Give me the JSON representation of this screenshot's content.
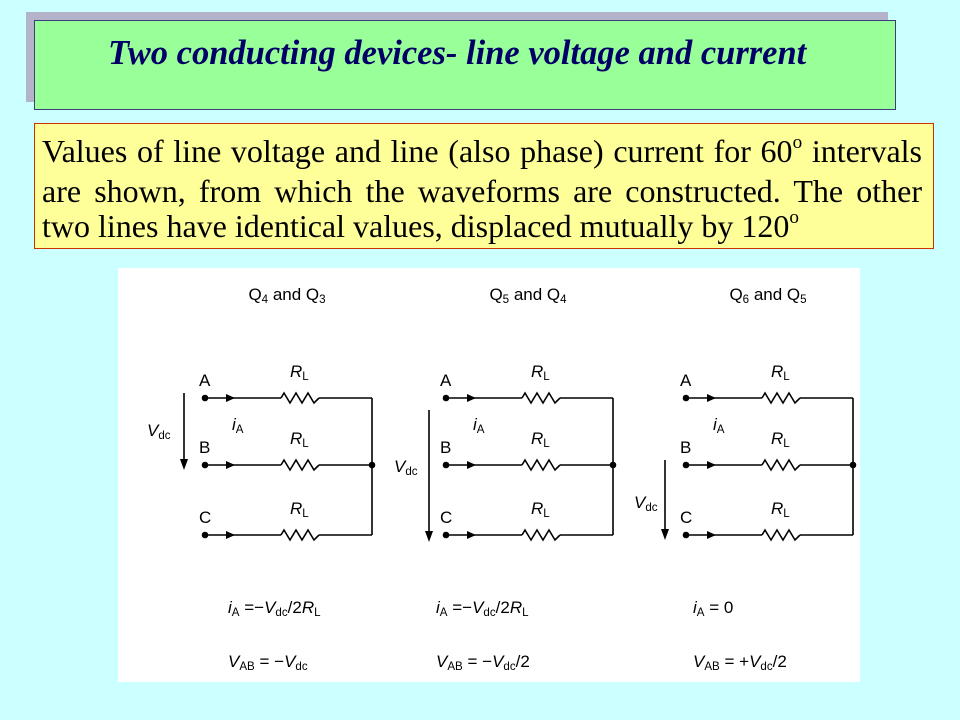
{
  "colors": {
    "background": "#ccffff",
    "title_fill": "#99ff99",
    "title_shadow": "#b3b3cc",
    "title_border": "#3c3c78",
    "title_text": "#000066",
    "note_fill": "#ffff99",
    "note_border": "#cc3300",
    "diagram_fill": "#ffffff",
    "ink": "#000000"
  },
  "title": "Two conducting devices- line voltage and current",
  "note": [
    {
      "t": "Values of line voltage and line (also phase) current for 60"
    },
    {
      "sup": "o"
    },
    {
      "t": " intervals are shown, from which the waveforms are constructed. The other two lines have identical values, displaced mutually by 120"
    },
    {
      "sup": "o"
    }
  ],
  "diagram": {
    "lines": [
      "A",
      "B",
      "C"
    ],
    "resistor": [
      {
        "it": "R"
      },
      {
        "sub": "L"
      }
    ],
    "current": [
      {
        "it": "i"
      },
      {
        "sub": "A"
      }
    ],
    "source": [
      {
        "it": "V"
      },
      {
        "sub": "dc"
      }
    ],
    "circuits": [
      {
        "conducting": [
          {
            "t": "Q"
          },
          {
            "sub": "4"
          },
          {
            "t": " and Q"
          },
          {
            "sub": "3"
          }
        ],
        "current_eq": [
          {
            "it": "i"
          },
          {
            "sub": "A"
          },
          {
            "t": " =−"
          },
          {
            "it": "V"
          },
          {
            "sub": "dc"
          },
          {
            "t": "/2"
          },
          {
            "it": "R"
          },
          {
            "sub": "L"
          }
        ],
        "voltage_eq": [
          {
            "it": "V"
          },
          {
            "sub": "AB"
          },
          {
            "t": " = −"
          },
          {
            "it": "V"
          },
          {
            "sub": "dc"
          }
        ]
      },
      {
        "conducting": [
          {
            "t": "Q"
          },
          {
            "sub": "5"
          },
          {
            "t": " and Q"
          },
          {
            "sub": "4"
          }
        ],
        "current_eq": [
          {
            "it": "i"
          },
          {
            "sub": "A"
          },
          {
            "t": " =−"
          },
          {
            "it": "V"
          },
          {
            "sub": "dc"
          },
          {
            "t": "/2"
          },
          {
            "it": "R"
          },
          {
            "sub": "L"
          }
        ],
        "voltage_eq": [
          {
            "it": "V"
          },
          {
            "sub": "AB"
          },
          {
            "t": " = −"
          },
          {
            "it": "V"
          },
          {
            "sub": "dc"
          },
          {
            "t": "/2"
          }
        ]
      },
      {
        "conducting": [
          {
            "t": "Q"
          },
          {
            "sub": "6"
          },
          {
            "t": " and Q"
          },
          {
            "sub": "5"
          }
        ],
        "current_eq": [
          {
            "it": "i"
          },
          {
            "sub": "A"
          },
          {
            "t": " = 0"
          }
        ],
        "voltage_eq": [
          {
            "it": "V"
          },
          {
            "sub": "AB"
          },
          {
            "t": " = +"
          },
          {
            "it": "V"
          },
          {
            "sub": "dc"
          },
          {
            "t": "/2"
          }
        ]
      }
    ]
  }
}
